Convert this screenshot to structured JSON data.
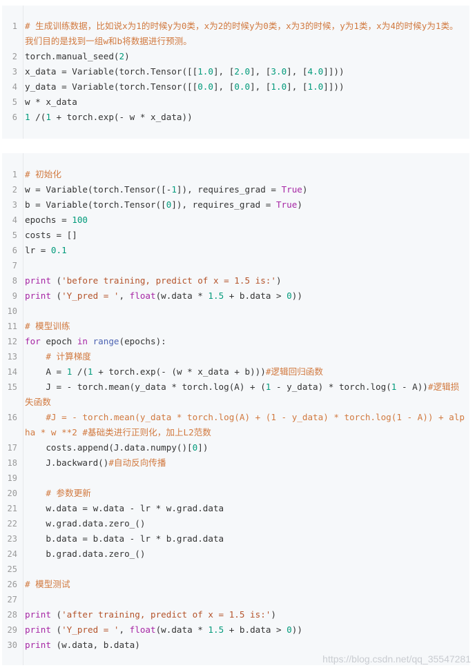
{
  "block1": [
    {
      "n": "1",
      "t": [
        {
          "c": "c",
          "v": "# 生成训练数据，比如说x为1的时候y为0类，x为2的时候y为0类，x为3的时候，y为1类，x为4的时候y为1类。我们目的是找到一组w和b将数据进行预测。"
        }
      ]
    },
    {
      "n": "2",
      "t": [
        {
          "v": "torch.manual_seed("
        },
        {
          "c": "n",
          "v": "2"
        },
        {
          "v": ")"
        }
      ]
    },
    {
      "n": "3",
      "t": [
        {
          "v": "x_data = Variable(torch.Tensor([["
        },
        {
          "c": "n",
          "v": "1.0"
        },
        {
          "v": "], ["
        },
        {
          "c": "n",
          "v": "2.0"
        },
        {
          "v": "], ["
        },
        {
          "c": "n",
          "v": "3.0"
        },
        {
          "v": "], ["
        },
        {
          "c": "n",
          "v": "4.0"
        },
        {
          "v": "]]))"
        }
      ]
    },
    {
      "n": "4",
      "t": [
        {
          "v": "y_data = Variable(torch.Tensor([["
        },
        {
          "c": "n",
          "v": "0.0"
        },
        {
          "v": "], ["
        },
        {
          "c": "n",
          "v": "0.0"
        },
        {
          "v": "], ["
        },
        {
          "c": "n",
          "v": "1.0"
        },
        {
          "v": "], ["
        },
        {
          "c": "n",
          "v": "1.0"
        },
        {
          "v": "]]))"
        }
      ]
    },
    {
      "n": "5",
      "t": [
        {
          "v": "w * x_data"
        }
      ]
    },
    {
      "n": "6",
      "t": [
        {
          "c": "n",
          "v": "1"
        },
        {
          "v": " /("
        },
        {
          "c": "n",
          "v": "1"
        },
        {
          "v": " + torch.exp(- w * x_data))"
        }
      ]
    }
  ],
  "block2": [
    {
      "n": "1",
      "t": [
        {
          "c": "c",
          "v": "# 初始化"
        }
      ]
    },
    {
      "n": "2",
      "t": [
        {
          "v": "w = Variable(torch.Tensor([-"
        },
        {
          "c": "n",
          "v": "1"
        },
        {
          "v": "]), requires_grad = "
        },
        {
          "c": "k",
          "v": "True"
        },
        {
          "v": ")"
        }
      ]
    },
    {
      "n": "3",
      "t": [
        {
          "v": "b = Variable(torch.Tensor(["
        },
        {
          "c": "n",
          "v": "0"
        },
        {
          "v": "]), requires_grad = "
        },
        {
          "c": "k",
          "v": "True"
        },
        {
          "v": ")"
        }
      ]
    },
    {
      "n": "4",
      "t": [
        {
          "v": "epochs = "
        },
        {
          "c": "n",
          "v": "100"
        }
      ]
    },
    {
      "n": "5",
      "t": [
        {
          "v": "costs = []"
        }
      ]
    },
    {
      "n": "6",
      "t": [
        {
          "v": "lr = "
        },
        {
          "c": "n",
          "v": "0.1"
        }
      ]
    },
    {
      "n": "7",
      "t": []
    },
    {
      "n": "8",
      "t": [
        {
          "c": "k",
          "v": "print"
        },
        {
          "v": " ("
        },
        {
          "c": "s",
          "v": "'before training, predict of x = 1.5 is:'"
        },
        {
          "v": ")"
        }
      ]
    },
    {
      "n": "9",
      "t": [
        {
          "c": "k",
          "v": "print"
        },
        {
          "v": " ("
        },
        {
          "c": "s",
          "v": "'Y_pred = '"
        },
        {
          "v": ", "
        },
        {
          "c": "k",
          "v": "float"
        },
        {
          "v": "(w.data * "
        },
        {
          "c": "n",
          "v": "1.5"
        },
        {
          "v": " + b.data > "
        },
        {
          "c": "n",
          "v": "0"
        },
        {
          "v": "))"
        }
      ]
    },
    {
      "n": "10",
      "t": []
    },
    {
      "n": "11",
      "t": [
        {
          "c": "c",
          "v": "# 模型训练"
        }
      ]
    },
    {
      "n": "12",
      "t": [
        {
          "c": "k",
          "v": "for"
        },
        {
          "v": " epoch "
        },
        {
          "c": "k",
          "v": "in"
        },
        {
          "v": " "
        },
        {
          "c": "b",
          "v": "range"
        },
        {
          "v": "(epochs):"
        }
      ]
    },
    {
      "n": "13",
      "t": [
        {
          "v": "    "
        },
        {
          "c": "c",
          "v": "# 计算梯度"
        }
      ]
    },
    {
      "n": "14",
      "t": [
        {
          "v": "    A = "
        },
        {
          "c": "n",
          "v": "1"
        },
        {
          "v": " /("
        },
        {
          "c": "n",
          "v": "1"
        },
        {
          "v": " + torch.exp(- (w * x_data + b)))"
        },
        {
          "c": "c",
          "v": "#逻辑回归函数"
        }
      ]
    },
    {
      "n": "15",
      "t": [
        {
          "v": "    J = - torch.mean(y_data * torch.log(A) + ("
        },
        {
          "c": "n",
          "v": "1"
        },
        {
          "v": " - y_data) * torch.log("
        },
        {
          "c": "n",
          "v": "1"
        },
        {
          "v": " - A))"
        },
        {
          "c": "c",
          "v": "#逻辑损失函数"
        }
      ]
    },
    {
      "n": "16",
      "t": [
        {
          "v": "    "
        },
        {
          "c": "c",
          "v": "#J = - torch.mean(y_data * torch.log(A) + (1 - y_data) * torch.log(1 - A)) + alpha * w **2 #基础类进行正则化，加上L2范数"
        }
      ]
    },
    {
      "n": "17",
      "t": [
        {
          "v": "    costs.append(J.data.numpy()["
        },
        {
          "c": "n",
          "v": "0"
        },
        {
          "v": "])"
        }
      ]
    },
    {
      "n": "18",
      "t": [
        {
          "v": "    J.backward()"
        },
        {
          "c": "c",
          "v": "#自动反向传播"
        }
      ]
    },
    {
      "n": "19",
      "t": []
    },
    {
      "n": "20",
      "t": [
        {
          "v": "    "
        },
        {
          "c": "c",
          "v": "# 参数更新"
        }
      ]
    },
    {
      "n": "21",
      "t": [
        {
          "v": "    w.data = w.data - lr * w.grad.data"
        }
      ]
    },
    {
      "n": "22",
      "t": [
        {
          "v": "    w.grad.data.zero_()"
        }
      ]
    },
    {
      "n": "23",
      "t": [
        {
          "v": "    b.data = b.data - lr * b.grad.data"
        }
      ]
    },
    {
      "n": "24",
      "t": [
        {
          "v": "    b.grad.data.zero_()"
        }
      ]
    },
    {
      "n": "25",
      "t": []
    },
    {
      "n": "26",
      "t": [
        {
          "c": "c",
          "v": "# 模型测试"
        }
      ]
    },
    {
      "n": "27",
      "t": []
    },
    {
      "n": "28",
      "t": [
        {
          "c": "k",
          "v": "print"
        },
        {
          "v": " ("
        },
        {
          "c": "s",
          "v": "'after training, predict of x = 1.5 is:'"
        },
        {
          "v": ")"
        }
      ]
    },
    {
      "n": "29",
      "t": [
        {
          "c": "k",
          "v": "print"
        },
        {
          "v": " ("
        },
        {
          "c": "s",
          "v": "'Y_pred = '"
        },
        {
          "v": ", "
        },
        {
          "c": "k",
          "v": "float"
        },
        {
          "v": "(w.data * "
        },
        {
          "c": "n",
          "v": "1.5"
        },
        {
          "v": " + b.data > "
        },
        {
          "c": "n",
          "v": "0"
        },
        {
          "v": "))"
        }
      ]
    },
    {
      "n": "30",
      "t": [
        {
          "c": "k",
          "v": "print"
        },
        {
          "v": " (w.data, b.data)"
        }
      ]
    }
  ],
  "watermark": "https://blog.csdn.net/qq_35547281",
  "colors": {
    "comment": "#d1793f",
    "number": "#009a7a",
    "string": "#b4532a",
    "keyword": "#a626a4",
    "builtin": "#4d64b3",
    "code_bg": "#f6f8fa",
    "line_number": "#999999"
  }
}
